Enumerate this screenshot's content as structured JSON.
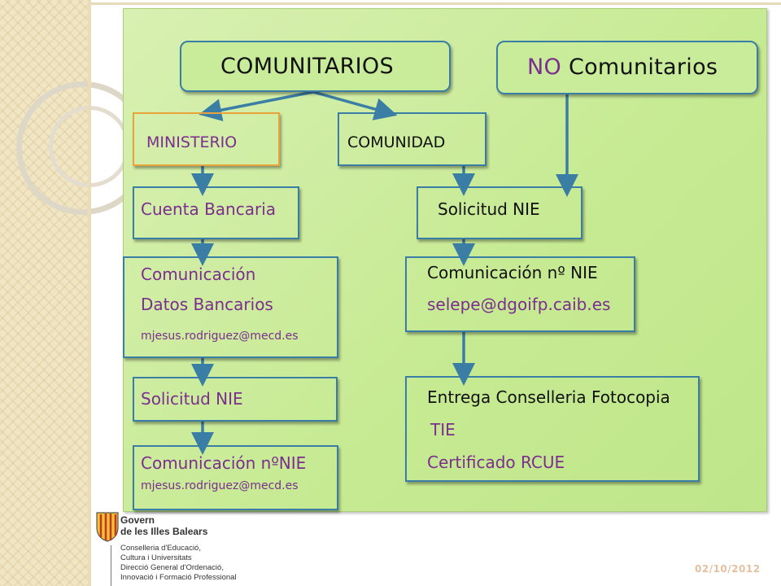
{
  "titles": {
    "comunitarios": "COMUNITARIOS",
    "no_prefix": "NO",
    "no_rest": "Comunitarios"
  },
  "left": {
    "ministerio": "MINISTERIO",
    "cuenta": "Cuenta Bancaria",
    "comunicacion": "Comunicación",
    "datos": "Datos Bancarios",
    "email1": "mjesus.rodriguez@mecd.es",
    "solicitud": "Solicitud NIE",
    "comnie": "Comunicación nºNIE",
    "email2": "mjesus.rodriguez@mecd.es"
  },
  "right": {
    "comunidad": "COMUNIDAD",
    "solicitud": "Solicitud NIE",
    "comnie": "Comunicación nº NIE",
    "email": "selepe@dgoifp.caib.es",
    "entrega": "Entrega Conselleria Fotocopia",
    "tie": "TIE",
    "certificado": "Certificado RCUE"
  },
  "logo": {
    "line1": "Govern",
    "line2": "de les Illes Balears",
    "dept1": "Conselleria d'Educació,",
    "dept2": "Cultura i Universitats",
    "dept3": "Direcció General d'Ordenació,",
    "dept4": "Innovació i Formació Professional"
  },
  "date": "02/10/2012",
  "colors": {
    "panel": "#c6ea92",
    "border": "#3a7ea6",
    "text": "#7b2e8f",
    "ministerio_border": "#e8a33a"
  }
}
